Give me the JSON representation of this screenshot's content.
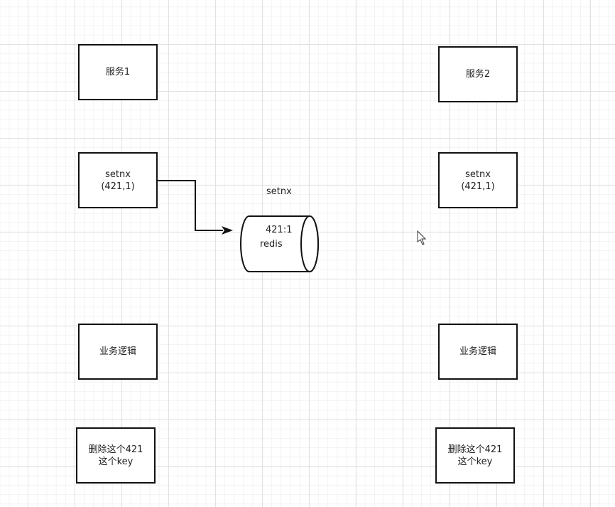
{
  "left": {
    "service": "服务1",
    "setnx": "setnx\n(421,1)",
    "logic": "业务逻辑",
    "delete": "删除这个421\n这个key"
  },
  "right": {
    "service": "服务2",
    "setnx": "setnx\n(421,1)",
    "logic": "业务逻辑",
    "delete": "删除这个421\n这个key"
  },
  "edge_label": "setnx",
  "redis": {
    "value": "421:1",
    "name": "redis"
  }
}
